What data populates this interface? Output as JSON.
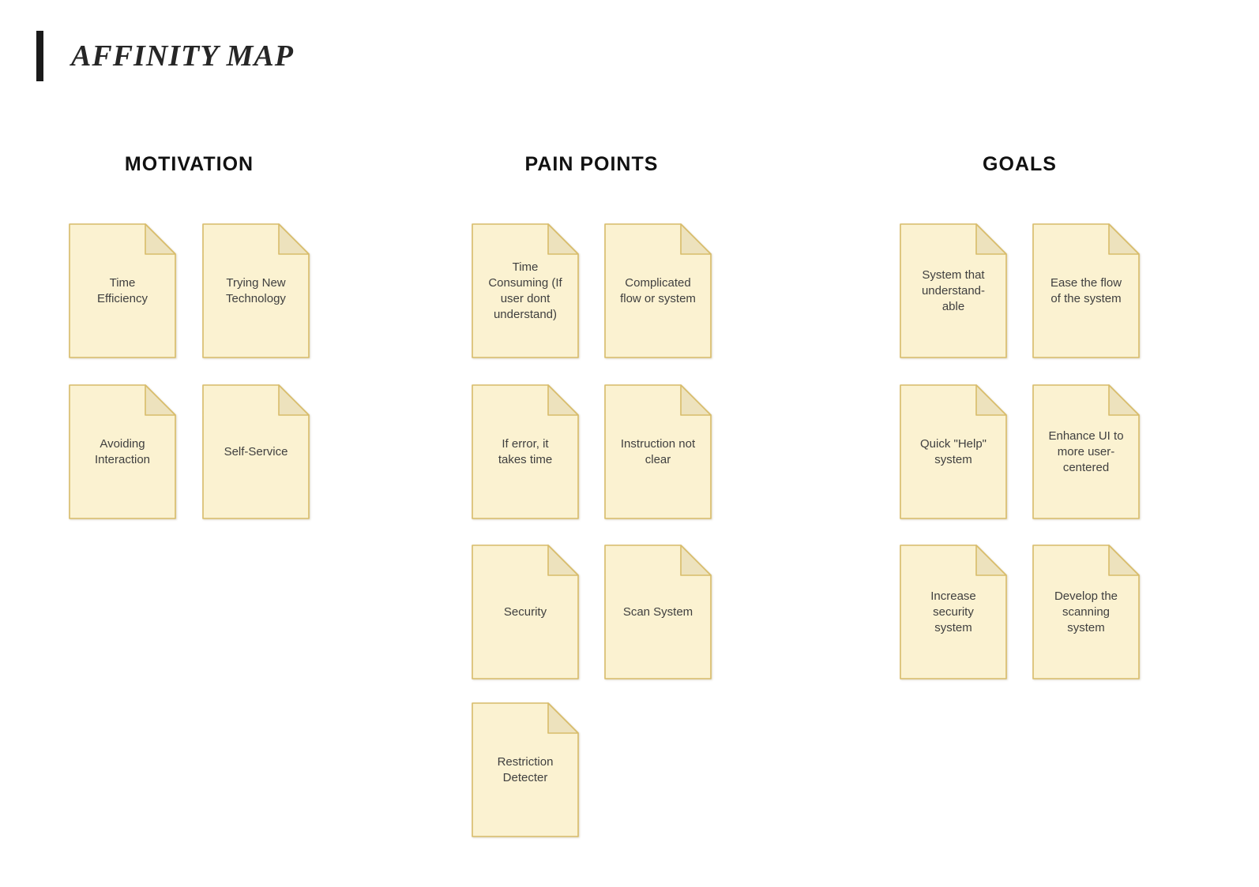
{
  "page": {
    "title": "AFFINITY MAP"
  },
  "colors": {
    "note_fill": "#FBF2D1",
    "note_fold": "#EDE2BD",
    "note_border": "#D8BC6A",
    "note_text": "#3F3F3F",
    "header_text": "#111111",
    "title_text": "#262626",
    "accent_bar": "#1A1A1A",
    "background": "#FFFFFF"
  },
  "columns": [
    {
      "header": "MOTIVATION",
      "notes": [
        "Time\nEfficiency",
        "Trying New\nTechnology",
        "Avoiding\nInteraction",
        "Self-Service"
      ]
    },
    {
      "header": "PAIN POINTS",
      "notes": [
        "Time\nConsuming (If\nuser dont\nunderstand)",
        "Complicated\nflow or system",
        "If error, it\ntakes time",
        "Instruction not\nclear",
        "Security",
        "Scan System",
        "Restriction\nDetecter"
      ]
    },
    {
      "header": "GOALS",
      "notes": [
        "System that\nunderstand-\nable",
        "Ease the flow\nof the system",
        "Quick \"Help\"\nsystem",
        "Enhance UI to\nmore user-\ncentered",
        "Increase\nsecurity\nsystem",
        "Develop the\nscanning\nsystem"
      ]
    }
  ]
}
